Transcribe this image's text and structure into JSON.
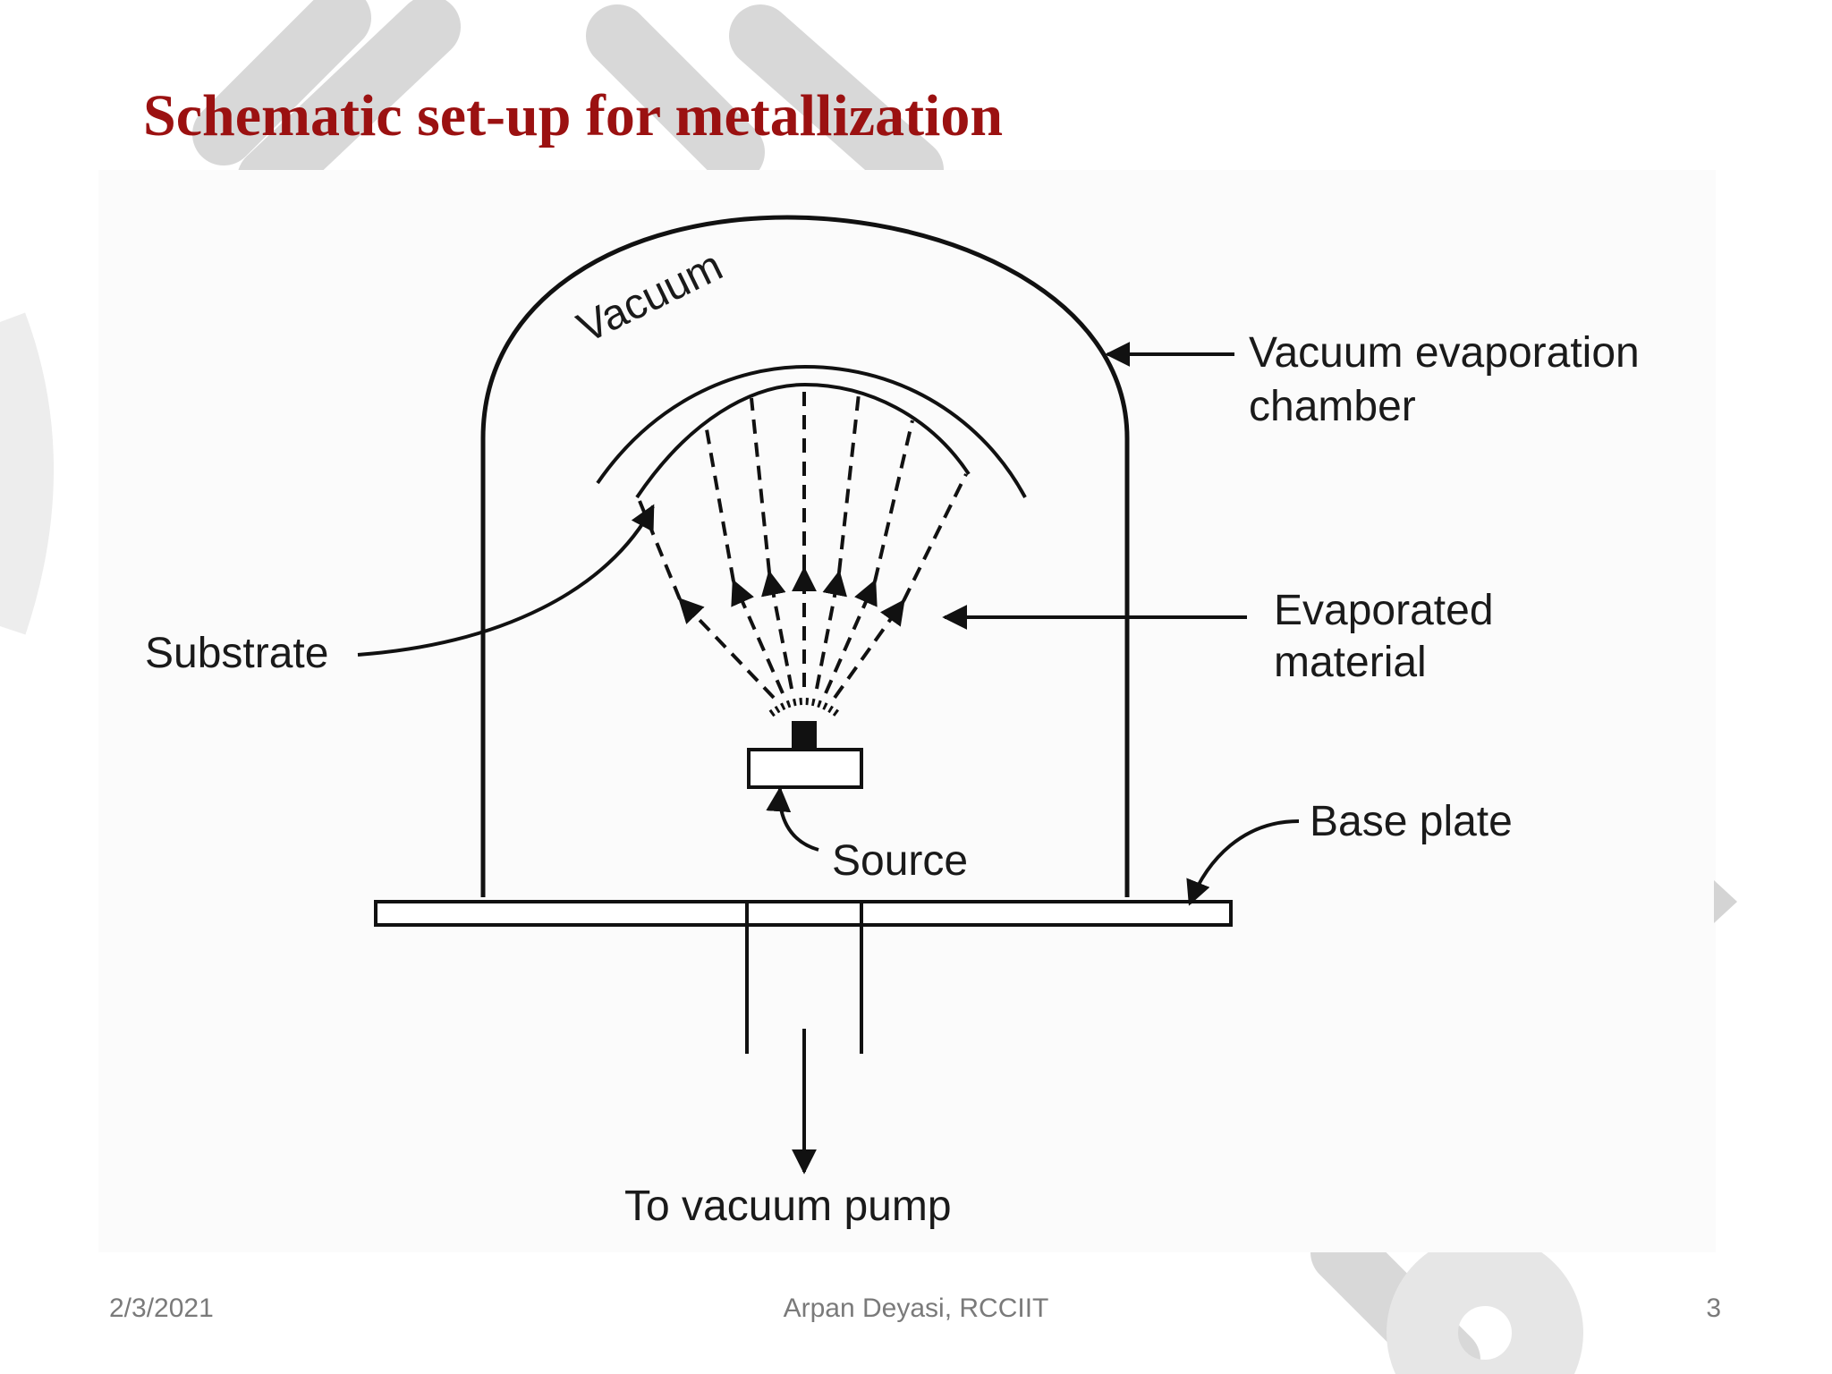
{
  "slide": {
    "title": "Schematic set-up for metallization",
    "title_color": "#9b1111"
  },
  "diagram": {
    "labels": {
      "vacuum": "Vacuum",
      "chamber_line1": "Vacuum evaporation",
      "chamber_line2": "chamber",
      "substrate": "Substrate",
      "evaporated_line1": "Evaporated",
      "evaporated_line2": "material",
      "base_plate": "Base plate",
      "source": "Source",
      "pump": "To vacuum pump"
    }
  },
  "footer": {
    "date": "2/3/2021",
    "author": "Arpan Deyasi, RCCIIT",
    "page": "3"
  },
  "icons": {
    "next_slide": "next-slide-arrow-icon"
  }
}
